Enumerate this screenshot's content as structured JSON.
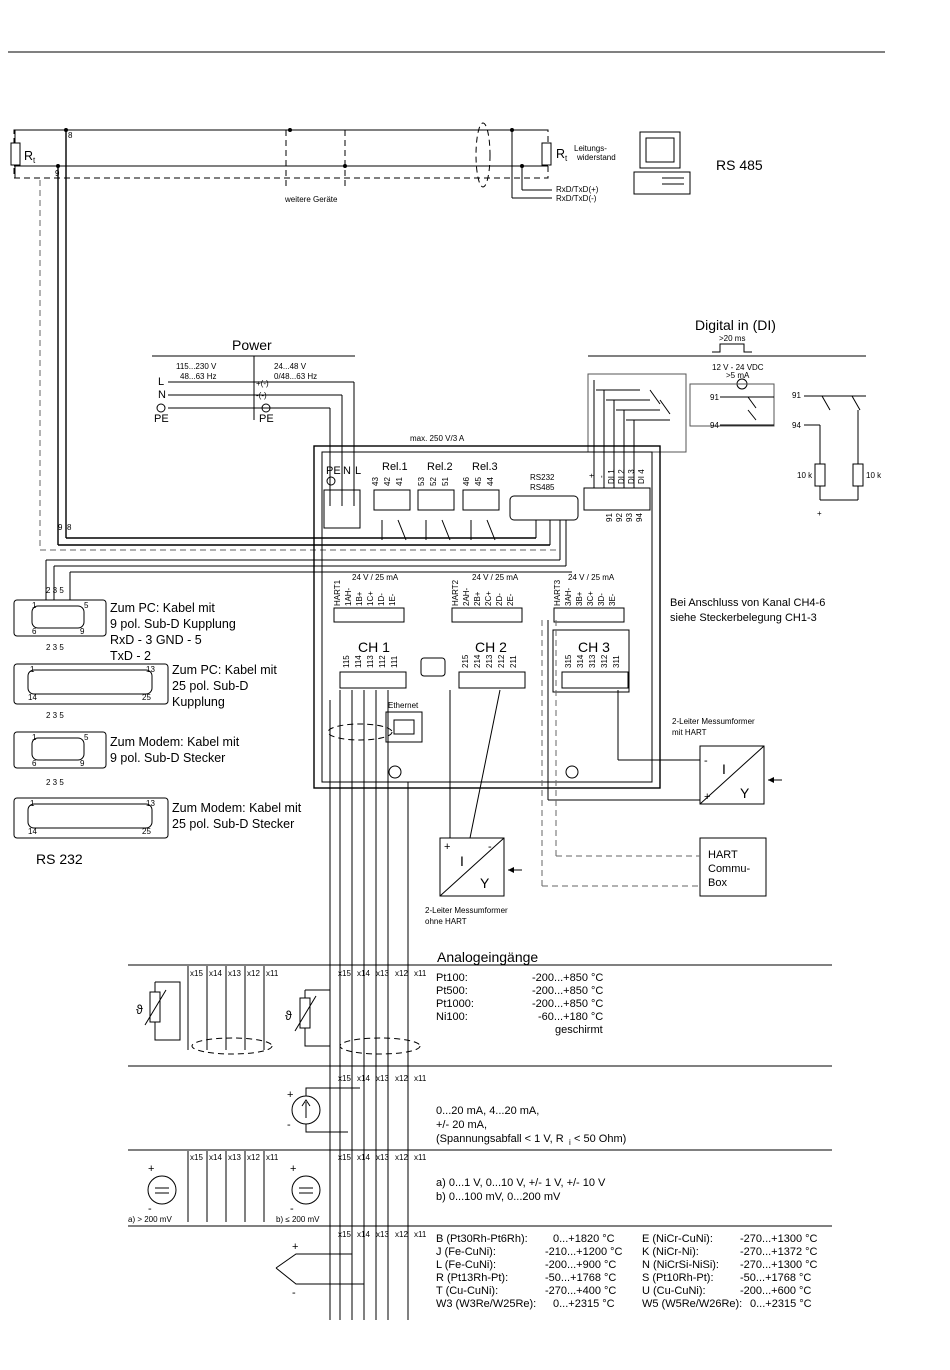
{
  "rs485": {
    "title": "RS 485",
    "r_left": "R",
    "r_left_sub": "t",
    "r_right": "R",
    "r_right_sub": "t",
    "r_note_1": "Leitungs-",
    "r_note_2": "widerstand",
    "weitere": "weitere Geräte",
    "rxd_plus": "RxD/TxD(+)",
    "rxd_minus": "RxD/TxD(-)",
    "pin8": "8",
    "pin9": "9"
  },
  "power": {
    "title": "Power",
    "ac_1": "115...230 V",
    "ac_2": "48...63 Hz",
    "dc_1": "24...48 V",
    "dc_2": "0/48...63 Hz",
    "l": "L",
    "n": "N",
    "pe": "PE",
    "plus": "+(-)",
    "minus": "-(-)",
    "pe2": "PE"
  },
  "digital": {
    "title": "Digital in (DI)",
    "pulse": ">20 ms",
    "supply": "12 V - 24 VDC",
    "current": ">5 mA",
    "t91": "91",
    "t94": "94",
    "t91b": "91",
    "t94b": "94",
    "r1": "10 k",
    "r2": "10 k"
  },
  "device": {
    "max": "max. 250 V/3 A",
    "pe": "PE",
    "n": "N",
    "l": "L",
    "rel1": "Rel.1",
    "rel2": "Rel.2",
    "rel3": "Rel.3",
    "rs232": "RS232",
    "rs485": "RS485",
    "rel1_pins": [
      "43",
      "42",
      "41"
    ],
    "rel2_pins": [
      "53",
      "52",
      "51"
    ],
    "rel3_pins": [
      "46",
      "45",
      "44"
    ],
    "di_labels": [
      "+",
      "-",
      "DI 1",
      "DI 2",
      "DI 3",
      "DI 4"
    ],
    "di_pins": [
      "91",
      "92",
      "93",
      "94"
    ],
    "supply1": "24 V / 25 mA",
    "supply2": "24 V / 25 mA",
    "supply3": "24 V / 25 mA",
    "hart1": [
      "HART1",
      "1AH-",
      "1B+",
      "1C+",
      "1D-",
      "1E-"
    ],
    "hart2": [
      "HART2",
      "2AH-",
      "2B+",
      "2C+",
      "2D-",
      "2E-"
    ],
    "hart3": [
      "HART3",
      "3AH-",
      "3B+",
      "3C+",
      "3D-",
      "3E-"
    ],
    "ch1": "CH 1",
    "ch2": "CH 2",
    "ch3": "CH 3",
    "ch1_pins": [
      "115",
      "114",
      "113",
      "112",
      "111"
    ],
    "ch2_pins": [
      "215",
      "214",
      "213",
      "212",
      "211"
    ],
    "ch3_pins": [
      "315",
      "314",
      "313",
      "312",
      "311"
    ],
    "ethernet": "Ethernet",
    "ch46_1": "Bei Anschluss von Kanal CH4-6",
    "ch46_2": "siehe Steckerbelegung CH1-3"
  },
  "transmitters": {
    "hart_1": "2-Leiter Messumformer",
    "hart_2": "mit HART",
    "nohart_1": "2-Leiter Messumformer",
    "nohart_2": "ohne HART",
    "commu_1": "HART",
    "commu_2": "Commu-",
    "commu_3": "Box",
    "i": "I",
    "y": "Y",
    "i2": "I",
    "y2": "Y",
    "minus": "-",
    "plus": "+"
  },
  "rs232": {
    "title": "RS 232",
    "c1_1": "Zum PC: Kabel mit",
    "c1_2": "9 pol. Sub-D Kupplung",
    "c1_3": "RxD - 3        GND - 5",
    "c1_4": "TxD - 2",
    "c2_1": "Zum PC: Kabel mit",
    "c2_2": "25 pol. Sub-D",
    "c2_3": "Kupplung",
    "c3_1": "Zum Modem: Kabel mit",
    "c3_2": "9 pol. Sub-D Stecker",
    "c4_1": "Zum Modem: Kabel mit",
    "c4_2": "25 pol. Sub-D Stecker",
    "pins_235": "2  3   5",
    "pins_235b": "2  3 5",
    "pins_235c": "2 3  5",
    "pins_235d": "2  3  5",
    "n1": "1",
    "n5": "5",
    "n6": "6",
    "n9": "9",
    "n13": "13",
    "n14": "14",
    "n25": "25"
  },
  "analog": {
    "title": "Analogeingänge",
    "xlabels": [
      "x15",
      "x14",
      "x13",
      "x12",
      "x11"
    ],
    "rtd": [
      {
        "name": "Pt100:",
        "range": "-200...+850 °C"
      },
      {
        "name": "Pt500:",
        "range": "-200...+850 °C"
      },
      {
        "name": "Pt1000:",
        "range": "-200...+850 °C"
      },
      {
        "name": "Ni100:",
        "range": "-60...+180 °C"
      }
    ],
    "shield": "geschirmt",
    "current_1": "0...20 mA, 4...20 mA,",
    "current_2": "+/- 20 mA,",
    "current_3": "(Spannungsabfall < 1 V, R",
    "current_3b": "i",
    "current_3c": " < 50 Ohm)",
    "voltage_1": "a) 0...1 V, 0...10 V, +/- 1 V, +/- 10 V",
    "voltage_2": "b) 0...100 mV, 0...200 mV",
    "va": "a) > 200 mV",
    "vb": "b) ≤ 200 mV",
    "tc_left": [
      {
        "name": "B (Pt30Rh-Pt6Rh):",
        "range": "0...+1820 °C"
      },
      {
        "name": "J (Fe-CuNi):",
        "range": "-210...+1200 °C"
      },
      {
        "name": "L (Fe-CuNi):",
        "range": "-200...+900 °C"
      },
      {
        "name": "R (Pt13Rh-Pt):",
        "range": "-50...+1768 °C"
      },
      {
        "name": "T (Cu-CuNi):",
        "range": "-270...+400 °C"
      },
      {
        "name": "W3 (W3Re/W25Re):",
        "range": "0...+2315 °C"
      }
    ],
    "tc_right": [
      {
        "name": "E (NiCr-CuNi):",
        "range": "-270...+1300 °C"
      },
      {
        "name": "K (NiCr-Ni):",
        "range": "-270...+1372 °C"
      },
      {
        "name": "N (NiCrSi-NiSi):",
        "range": "-270...+1300 °C"
      },
      {
        "name": "S (Pt10Rh-Pt):",
        "range": "-50...+1768 °C"
      },
      {
        "name": "U (Cu-CuNi):",
        "range": "-200...+600 °C"
      },
      {
        "name": "W5 (W5Re/W26Re):",
        "range": "0...+2315 °C"
      }
    ]
  }
}
